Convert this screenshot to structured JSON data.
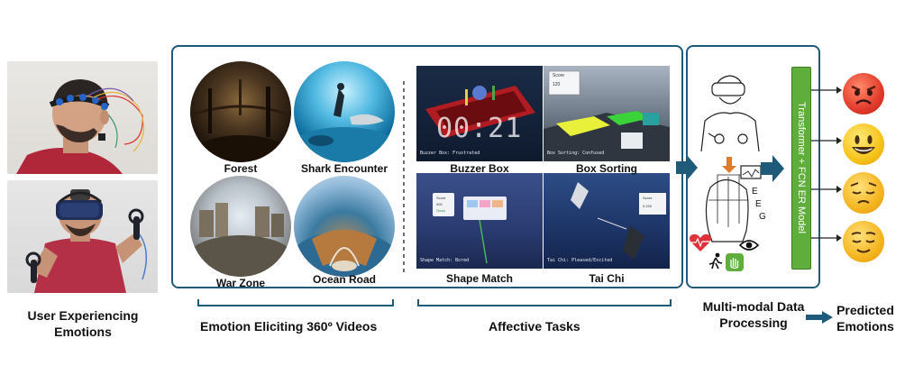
{
  "captions": {
    "user_experiencing": "User Experiencing Emotions",
    "emotion_videos": "Emotion Eliciting 360º Videos",
    "affective_tasks": "Affective Tasks",
    "multimodal": "Multi-modal Data Processing",
    "predicted": "Predicted Emotions"
  },
  "videos": [
    {
      "label": "Forest"
    },
    {
      "label": "Shark Encounter"
    },
    {
      "label": "War Zone"
    },
    {
      "label": "Ocean Road"
    }
  ],
  "tasks": [
    {
      "label": "Buzzer Box",
      "status": "Buzzer Box: Frustrated",
      "overlay": "00:21"
    },
    {
      "label": "Box Sorting",
      "status": "Box Sorting: Confused",
      "score_label": "Score",
      "score": "120"
    },
    {
      "label": "Shape Match",
      "status": "Shape Match: Bored",
      "score_label": "Score",
      "score": "400",
      "feedback": "Good"
    },
    {
      "label": "Tai Chi",
      "status": "Tai Chi: Pleased/Excited",
      "score_label": "Score",
      "score": "0.240"
    }
  ],
  "processing": {
    "eeg_letters": [
      "E",
      "E",
      "G"
    ],
    "model_label": "Transformer + FCN ER Model"
  },
  "colors": {
    "panel_border": "#1f5a7a",
    "arrow": "#1f5a7a",
    "model_bar": "#5fae3c",
    "orange_arrow": "#e07a2c",
    "heart": "#e0303a",
    "hand": "#5fae3c"
  },
  "emotions": [
    {
      "icon": "angry-face-icon"
    },
    {
      "icon": "grinning-face-icon"
    },
    {
      "icon": "pensive-face-icon"
    },
    {
      "icon": "relieved-face-icon"
    }
  ]
}
